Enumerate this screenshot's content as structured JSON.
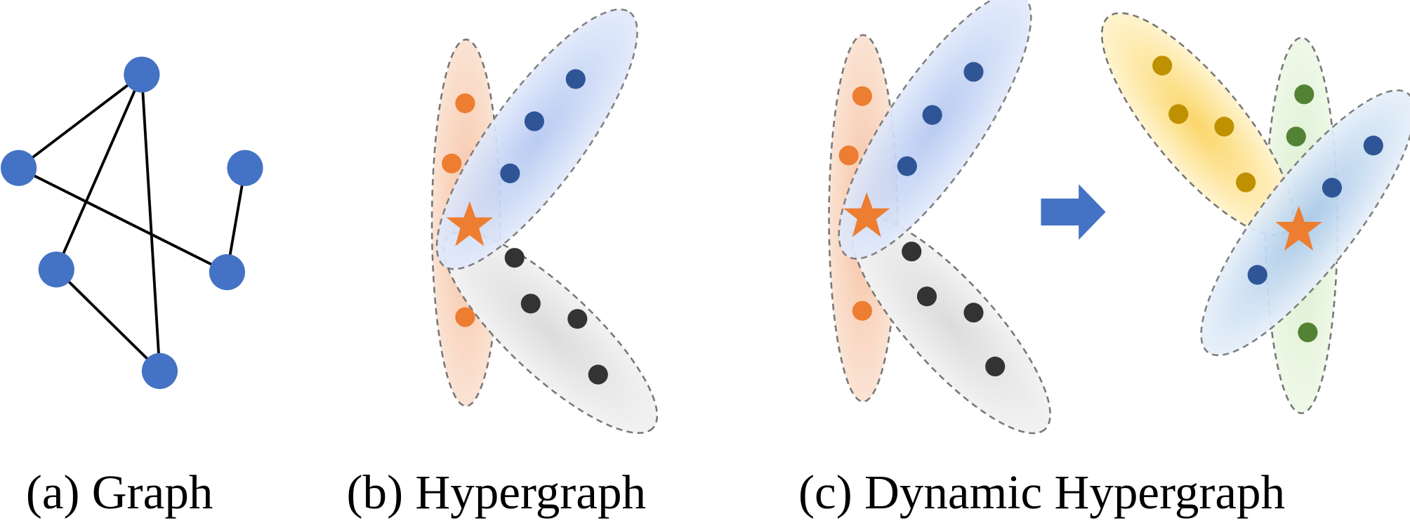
{
  "panels": {
    "a": {
      "label": "(a) Graph"
    },
    "b": {
      "label": "(b) Hypergraph"
    },
    "c": {
      "label": "(c) Dynamic Hypergraph"
    }
  },
  "colors": {
    "graph_node": "#4472c4",
    "orange": "#ed7d31",
    "blue_dot": "#2f5597",
    "black_dot": "#333333",
    "yellow_dot": "#bf9000",
    "green_dot": "#548235",
    "arrow": "#4472c4"
  }
}
